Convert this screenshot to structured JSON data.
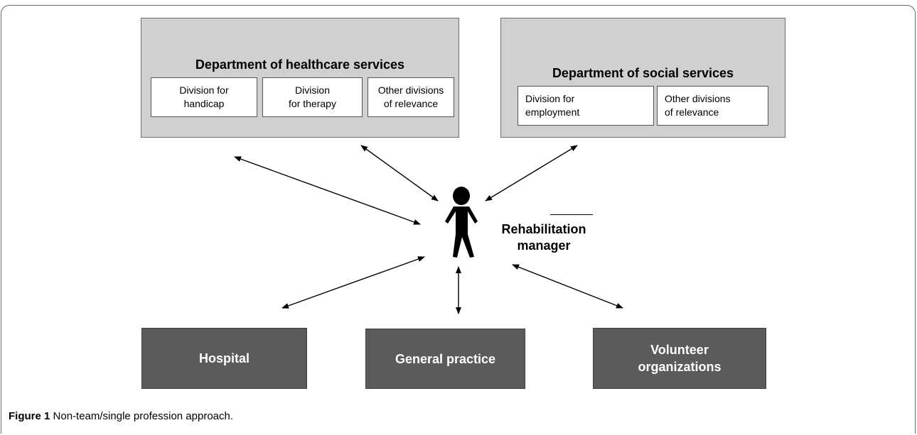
{
  "healthcare_department": {
    "title": "Department of  healthcare services",
    "divisions": [
      "Division for\nhandicap",
      "Division\nfor therapy",
      "Other divisions\nof relevance"
    ]
  },
  "social_department": {
    "title": "Department of social services",
    "divisions": [
      "Division for\nemployment",
      "Other divisions\nof relevance"
    ]
  },
  "manager": {
    "label": "Rehabilitation\nmanager"
  },
  "entities": {
    "hospital": "Hospital",
    "general_practice": "General practice",
    "volunteer_organizations": "Volunteer\norganizations"
  },
  "caption": {
    "label": "Figure 1",
    "text": "Non-team/single profession approach."
  },
  "colors": {
    "department_fill": "#d0d0d0",
    "entity_fill": "#5b5b5b",
    "entity_text": "#ffffff",
    "arrow": "#000000"
  }
}
